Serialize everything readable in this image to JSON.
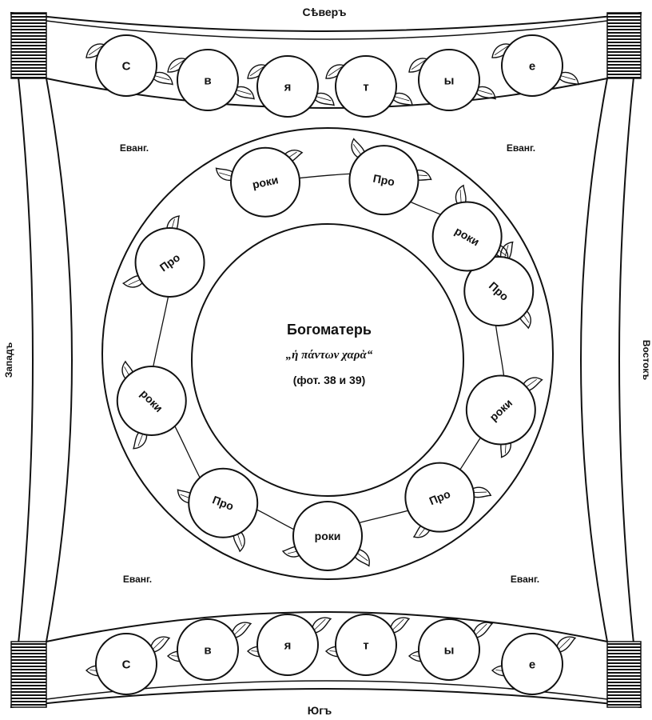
{
  "directions": {
    "north": "Сѣверъ",
    "south": "Югъ",
    "west": "Западъ",
    "east": "Востокъ"
  },
  "evangelists": [
    "Еванг.",
    "Еванг.",
    "Еванг.",
    "Еванг."
  ],
  "top_band_medallions": [
    "С",
    "в",
    "я",
    "т",
    "ы",
    "е"
  ],
  "bottom_band_medallions": [
    "С",
    "в",
    "я",
    "т",
    "ы",
    "е"
  ],
  "ring_medallions": [
    "Про",
    "роки",
    "Про",
    "роки",
    "Про",
    "роки",
    "Про",
    "роки",
    "Про",
    "роки"
  ],
  "center": {
    "title": "Богоматерь",
    "inscription": "„ἡ πάντων χαρὰ“",
    "reference": "(фот. 38 и 39)"
  },
  "colors": {
    "ink": "#111111",
    "paper": "#ffffff"
  }
}
